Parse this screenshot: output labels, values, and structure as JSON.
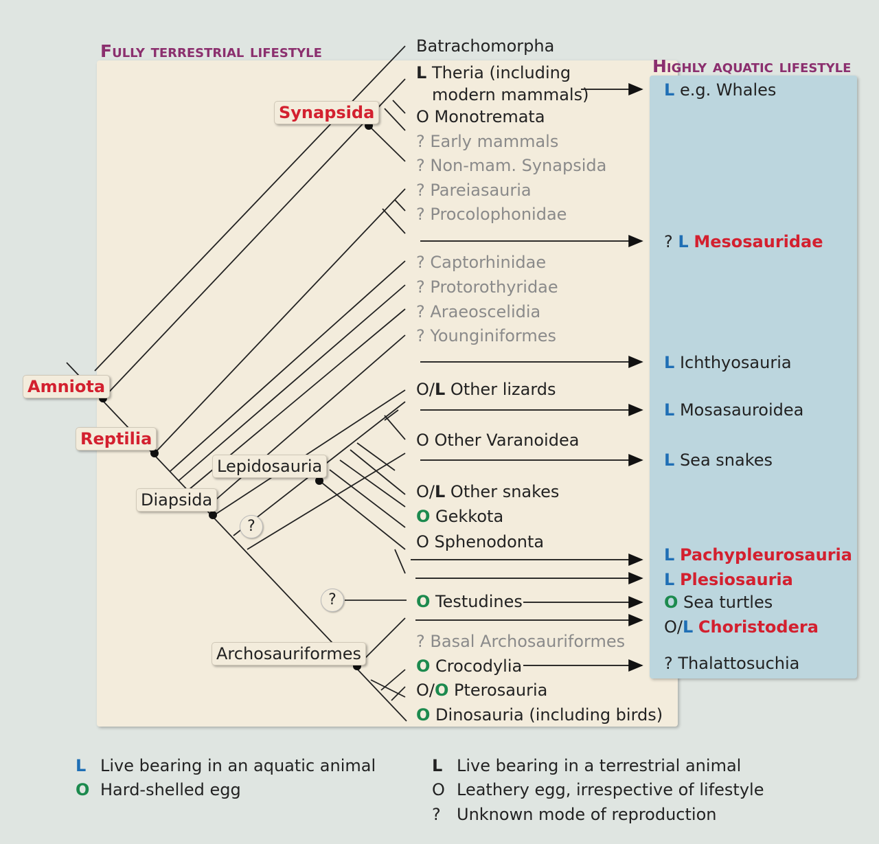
{
  "headings": {
    "terrestrial": "Fully terrestrial lifestyle",
    "aquatic": "Highly aquatic lifestyle"
  },
  "clades": {
    "amniota": "Amniota",
    "reptilia": "Reptilia",
    "synapsida": "Synapsida",
    "diapsida": "Diapsida",
    "lepidosauria": "Lepidosauria",
    "archosauriformes": "Archosauriformes",
    "q1": "?",
    "q2": "?"
  },
  "taxa": [
    {
      "marker": "",
      "name": "Batrachomorpha",
      "style": "normal"
    },
    {
      "marker": "L",
      "name": "Theria (including",
      "name2": "modern mammals)",
      "style": "normal"
    },
    {
      "marker": "O",
      "name": "Monotremata",
      "style": "normal"
    },
    {
      "marker": "?",
      "name": "Early mammals",
      "style": "grey"
    },
    {
      "marker": "?",
      "name": "Non-mam. Synapsida",
      "style": "grey"
    },
    {
      "marker": "?",
      "name": "Pareiasauria",
      "style": "grey"
    },
    {
      "marker": "?",
      "name": "Procolophonidae",
      "style": "grey"
    },
    {
      "marker": "?",
      "name": "Captorhinidae",
      "style": "grey"
    },
    {
      "marker": "?",
      "name": "Protorothyridae",
      "style": "grey"
    },
    {
      "marker": "?",
      "name": "Araeoscelidia",
      "style": "grey"
    },
    {
      "marker": "?",
      "name": "Younginiformes",
      "style": "grey"
    },
    {
      "marker": "O/L",
      "name": "Other lizards",
      "style": "normal"
    },
    {
      "marker": "O",
      "name": "Other Varanoidea",
      "style": "normal"
    },
    {
      "marker": "O/L",
      "name": "Other snakes",
      "style": "normal"
    },
    {
      "marker": "O",
      "name": "Gekkota",
      "style": "normal"
    },
    {
      "marker": "O",
      "name": "Sphenodonta",
      "style": "normal"
    },
    {
      "marker": "O",
      "name": "Testudines",
      "style": "normal"
    },
    {
      "marker": "?",
      "name": "Basal Archosauriformes",
      "style": "grey"
    },
    {
      "marker": "O",
      "name": "Crocodylia",
      "style": "normal"
    },
    {
      "marker": "O/O",
      "name": "Pterosauria",
      "style": "normal"
    },
    {
      "marker": "O",
      "name": "Dinosauria (including birds)",
      "style": "normal"
    }
  ],
  "aquatic": [
    {
      "marker": "L",
      "name": "e.g. Whales"
    },
    {
      "marker": "? L",
      "name": "Mesosauridae"
    },
    {
      "marker": "L",
      "name": "Ichthyosauria"
    },
    {
      "marker": "L",
      "name": "Mosasauroidea"
    },
    {
      "marker": "L",
      "name": "Sea snakes"
    },
    {
      "marker": "L",
      "name": "Pachypleurosauria"
    },
    {
      "marker": "L",
      "name": "Plesiosauria"
    },
    {
      "marker": "O",
      "name": "Sea turtles"
    },
    {
      "marker": "O/L",
      "name": "Choristodera"
    },
    {
      "marker": "?",
      "name": "Thalattosuchia"
    }
  ],
  "legend": [
    {
      "symbol": "L",
      "text": "Live bearing in an aquatic animal"
    },
    {
      "symbol": "O",
      "text": "Hard-shelled egg"
    },
    {
      "symbol": "L",
      "text": "Live bearing in a terrestrial animal"
    },
    {
      "symbol": "O",
      "text": "Leathery egg, irrespective of lifestyle"
    },
    {
      "symbol": "?",
      "text": "Unknown mode of reproduction"
    }
  ],
  "colors": {
    "heading": "#8b2f6e",
    "clade_red": "#d3202f",
    "aquatic_L": "#1f6fb5",
    "hard_egg_O": "#1c8a4e",
    "terrestrial_panel": "#f3ecdc",
    "aquatic_panel": "#bcd6de"
  }
}
